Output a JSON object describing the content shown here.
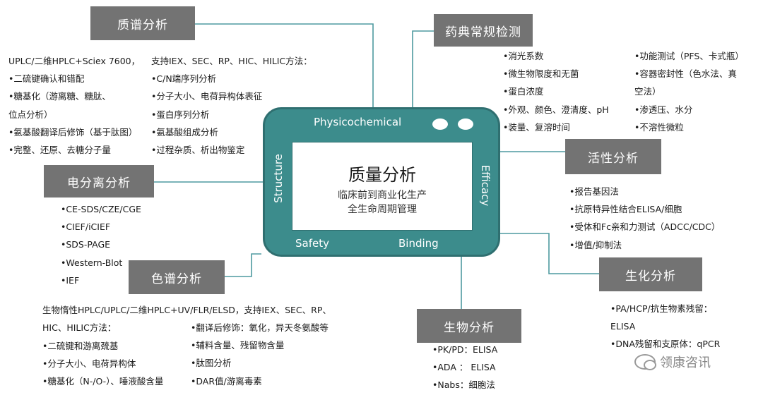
{
  "center": {
    "title": "质量分析",
    "subtitle_1": "临床前到商业化生产",
    "subtitle_2": "全生命周期管理",
    "top_label": "Physicochemical",
    "left_label": "Structure",
    "right_label": "Efficacy",
    "bottom_left_label": "Safety",
    "bottom_right_label": "Binding"
  },
  "colors": {
    "teal": "#3c8c8c",
    "box_gray": "#737373",
    "line": "#4e9aa0"
  },
  "mass_spec": {
    "title": "质谱分析",
    "col1": [
      "UPLC/二维HPLC+Sciex 7600，",
      "•二硫键确认和错配",
      "•糖基化（游离糖、糖肽、",
      "位点分析）",
      "•氨基酸翻译后修饰（基于肽图）",
      "•完整、还原、去糖分子量"
    ],
    "col2": [
      "支持IEX、SEC、RP、HIC、HILIC方法：",
      "•C/N端序列分析",
      "•分子大小、电荷异构体表征",
      "•蛋白序列分析",
      "•氨基酸组成分析",
      "•过程杂质、析出物鉴定"
    ]
  },
  "pharmacopeia": {
    "title": "药典常规检测",
    "col1": [
      "•消光系数",
      "•微生物限度和无菌",
      "•蛋白浓度",
      "•外观、颜色、澄清度、pH",
      "•装量、复溶时间"
    ],
    "col2": [
      "•功能测试（PFS、卡式瓶）",
      "•容器密封性（色水法、真",
      "空法）",
      "•渗透压、水分",
      "•不溶性微粒"
    ]
  },
  "electro": {
    "title": "电分离分析",
    "items": [
      "•CE-SDS/CZE/CGE",
      "•CIEF/iCIEF",
      "•SDS-PAGE",
      "•Western-Blot",
      "•IEF"
    ]
  },
  "activity": {
    "title": "活性分析",
    "items": [
      "•报告基因法",
      "•抗原特异性结合ELISA/细胞",
      "•受体和Fc亲和力测试（ADCC/CDC）",
      "•增值/抑制法"
    ]
  },
  "chromatography": {
    "title": "色谱分析",
    "intro_1": "生物惰性HPLC/UPLC/二维HPLC+UV/FLR/ELSD，支持IEX、SEC、RP、",
    "intro_2": "HIC、HILIC方法：",
    "col1": [
      "•二硫键和游离巯基",
      "•分子大小、电荷异构体",
      "•糖基化（N-/O-）、唾液酸含量"
    ],
    "col2": [
      "•翻译后修饰：氧化，异天冬氨酸等",
      "•辅料含量、残留物含量",
      "•肽图分析",
      "•DAR值/游离毒素"
    ]
  },
  "biochem": {
    "title": "生化分析",
    "items": [
      "•PA/HCP/抗生物素残留：",
      "ELISA",
      "•DNA残留和支原体：qPCR"
    ]
  },
  "bio": {
    "title": "生物分析",
    "items": [
      "•PK/PD：ELISA",
      "•ADA ： ELISA",
      "•Nabs：细胞法"
    ]
  },
  "watermark": "领康咨讯"
}
